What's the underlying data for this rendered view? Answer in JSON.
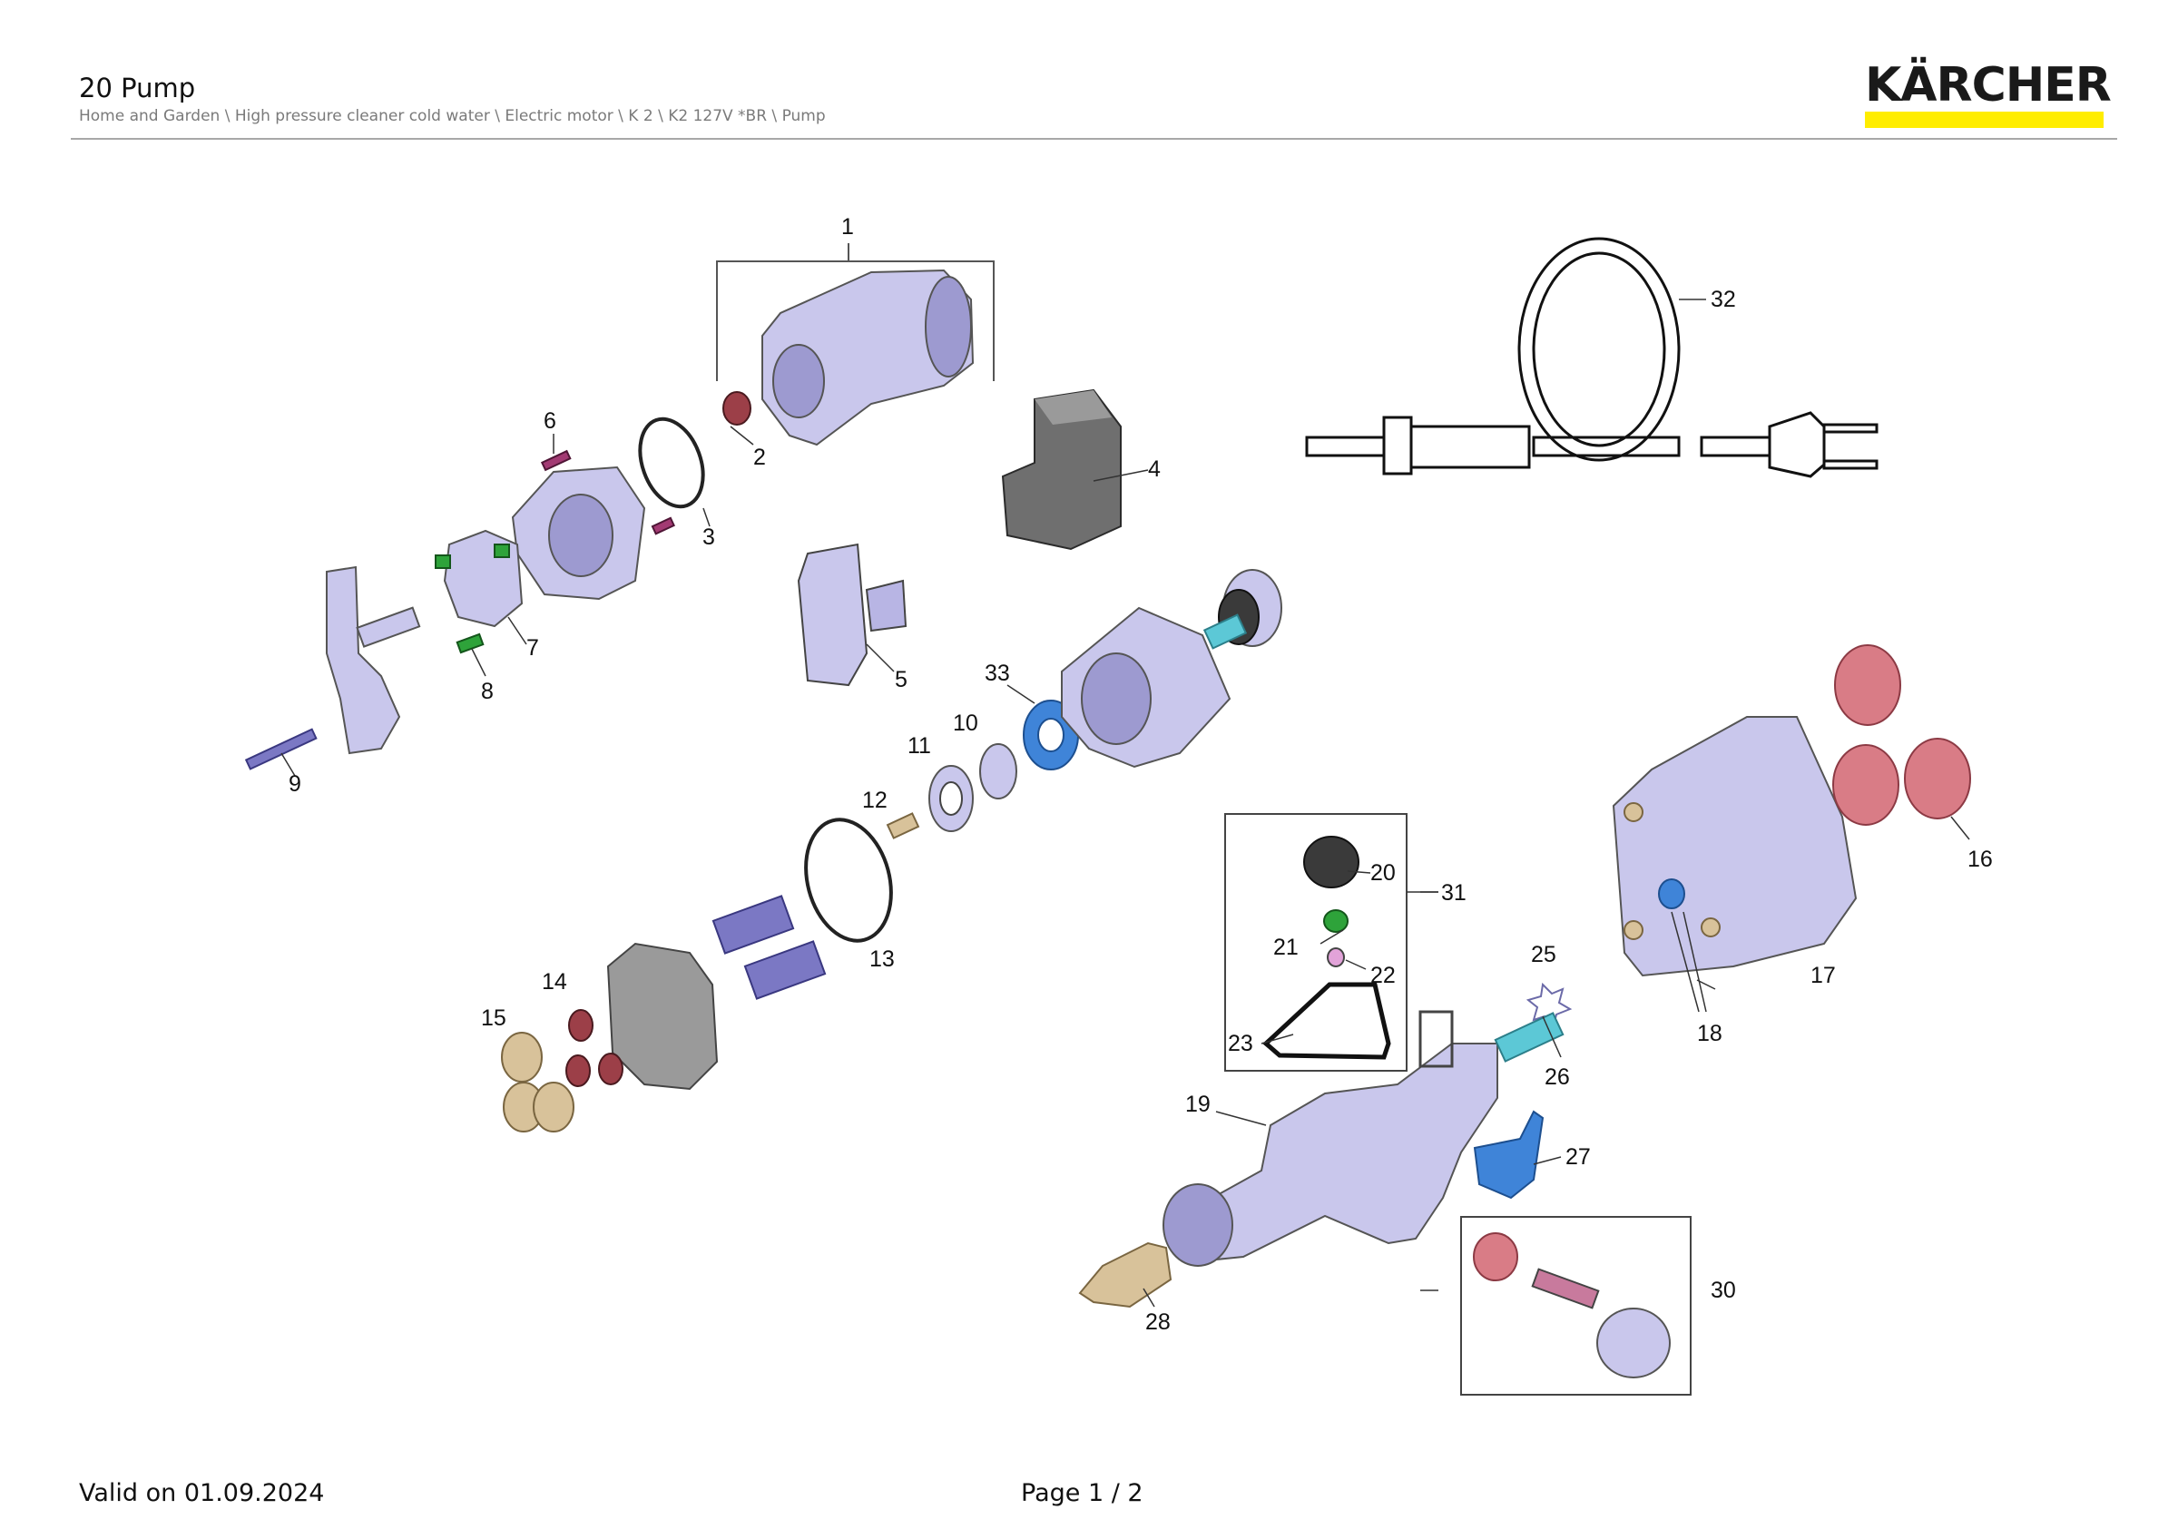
{
  "header": {
    "title": "20 Pump",
    "breadcrumb": "Home and Garden \\ High pressure cleaner cold water \\ Electric motor \\ K 2 \\ K2 127V *BR \\ Pump"
  },
  "brand": {
    "logo_text": "KÄRCHER",
    "text_color": "#1a1a1a",
    "bar_color": "#ffed00"
  },
  "footer": {
    "valid_text": "Valid on 01.09.2024",
    "page_text": "Page 1 / 2"
  },
  "callouts": [
    "1",
    "2",
    "3",
    "4",
    "5",
    "6",
    "7",
    "8",
    "9",
    "10",
    "11",
    "12",
    "13",
    "14",
    "15",
    "16",
    "17",
    "18",
    "19",
    "20",
    "21",
    "22",
    "23",
    "25",
    "26",
    "27",
    "28",
    "30",
    "31",
    "32",
    "33"
  ],
  "colors": {
    "housing": "#c9c7ec",
    "housing_dark": "#9d9ad0",
    "blue_part": "#3f84d8",
    "teal_part": "#5cc8d6",
    "pink_seal": "#d97c86",
    "red_seal": "#9c3f48",
    "brass": "#d8c29a",
    "green_screw": "#2ea33a",
    "magenta_screw": "#a23a73",
    "gray_part": "#6f6f6f",
    "dark_part": "#3a3a3a",
    "lavender_screw": "#7b78c4"
  }
}
